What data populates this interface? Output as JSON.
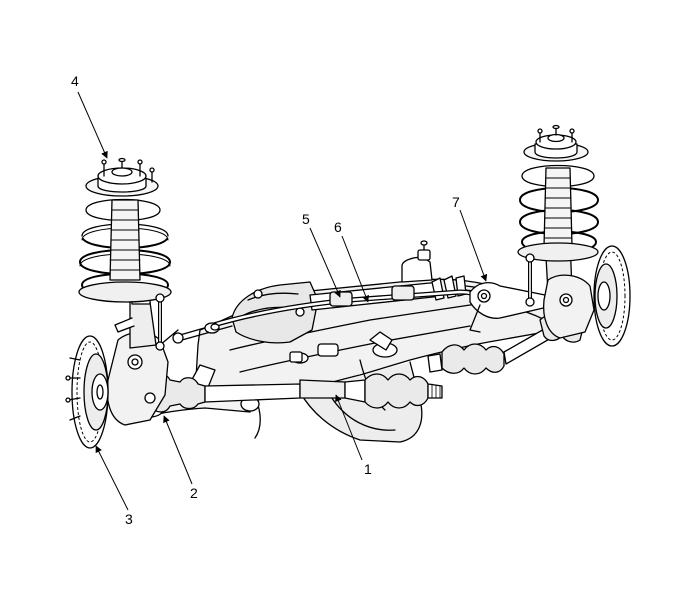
{
  "diagram": {
    "callouts": [
      {
        "id": "c1",
        "label": "1"
      },
      {
        "id": "c2",
        "label": "2"
      },
      {
        "id": "c3",
        "label": "3"
      },
      {
        "id": "c4",
        "label": "4"
      },
      {
        "id": "c5",
        "label": "5"
      },
      {
        "id": "c6",
        "label": "6"
      },
      {
        "id": "c7",
        "label": "7"
      }
    ],
    "colors": {
      "ink": "#000000",
      "paper": "#ffffff",
      "shade": "#e6e6e6"
    }
  }
}
